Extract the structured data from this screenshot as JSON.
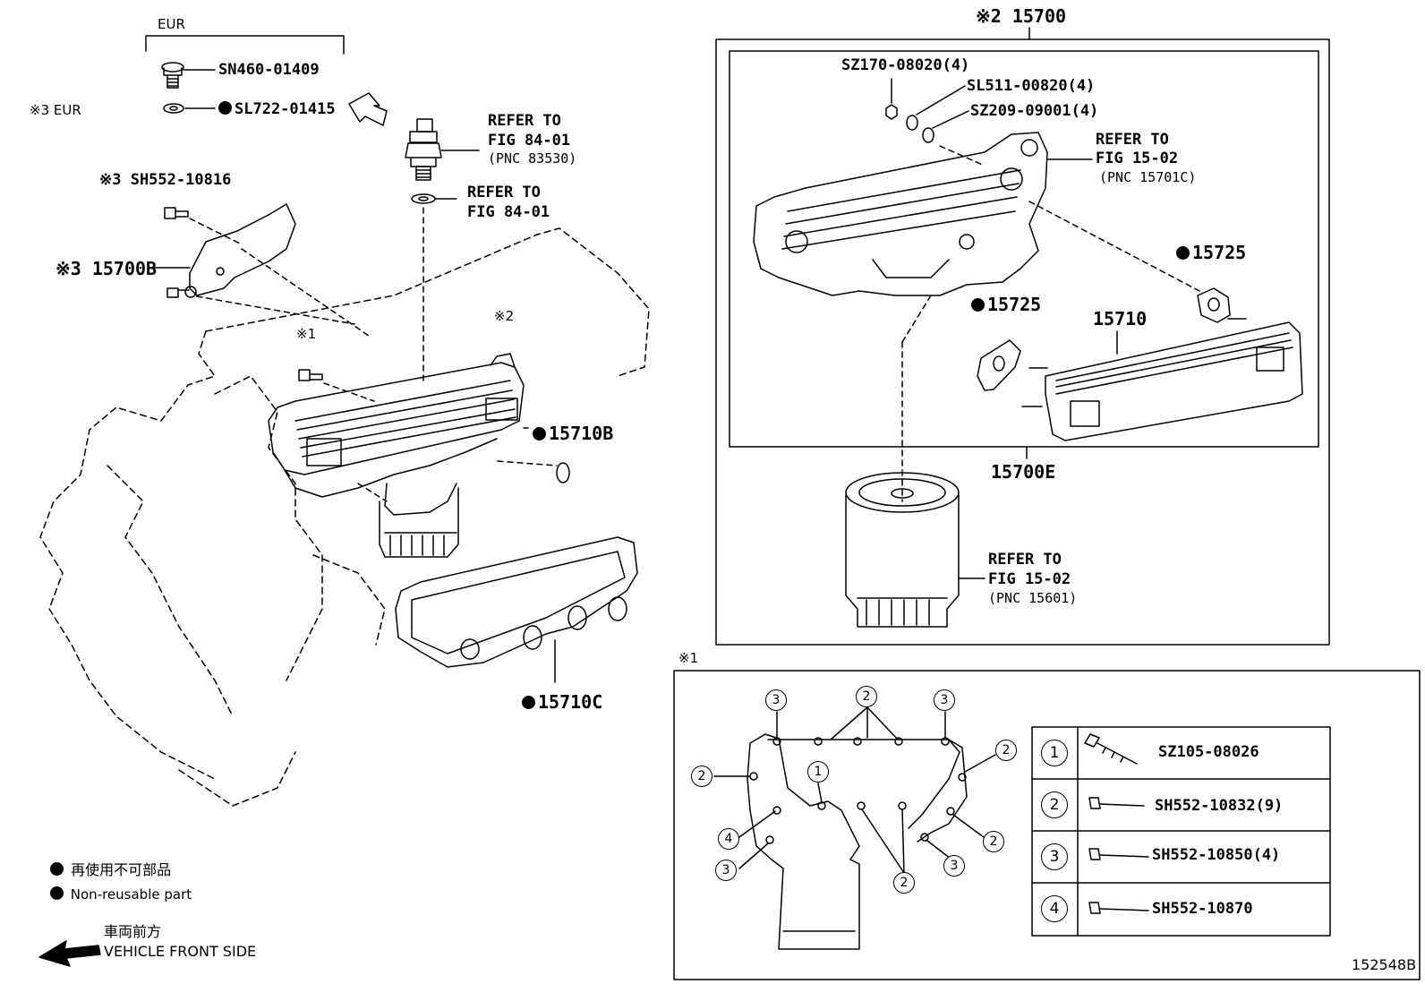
{
  "eur_group": {
    "title": "EUR",
    "plug": "SN460-01409",
    "washer": "SL722-01415"
  },
  "left_labels": {
    "eur_note": "※3 EUR",
    "bolt_3": "※3 SH552-10816",
    "bracket": "※3 15700B",
    "bolt_1_mark": "※1",
    "stud_2_mark": "※2",
    "oring": "15710B",
    "gasket": "15710C"
  },
  "refer_sensor": {
    "line1": "REFER TO",
    "line2": "FIG 84-01",
    "line3": "(PNC 83530)"
  },
  "refer_washer": {
    "line1": "REFER TO",
    "line2": "FIG 84-01"
  },
  "kit": {
    "title": "※2 15700",
    "nut": "SZ170-08020(4)",
    "washer1": "SL511-00820(4)",
    "washer2": "SZ209-09001(4)",
    "refer_line1": "REFER TO",
    "refer_line2": "FIG 15-02",
    "refer_line3": "(PNC 15701C)",
    "gasket_a": "15725",
    "gasket_b": "15725",
    "cooler": "15710",
    "sub_assy": "15700E",
    "filter_line1": "REFER TO",
    "filter_line2": "FIG 15-02",
    "filter_line3": "(PNC 15601)"
  },
  "bolt_table": {
    "mark": "※1",
    "rows": [
      {
        "num": "1",
        "part": "SZ105-08026"
      },
      {
        "num": "2",
        "part": "SH552-10832(9)"
      },
      {
        "num": "3",
        "part": "SH552-10850(4)"
      },
      {
        "num": "4",
        "part": "SH552-10870"
      }
    ],
    "callouts": [
      "3",
      "2",
      "3",
      "2",
      "1",
      "2",
      "2",
      "4",
      "3",
      "2",
      "3"
    ]
  },
  "legend": {
    "jp": "再使用不可部品",
    "en": "Non-reusable part",
    "front_jp": "車両前方",
    "front_en": "VEHICLE FRONT SIDE"
  },
  "figure_id": "152548B"
}
